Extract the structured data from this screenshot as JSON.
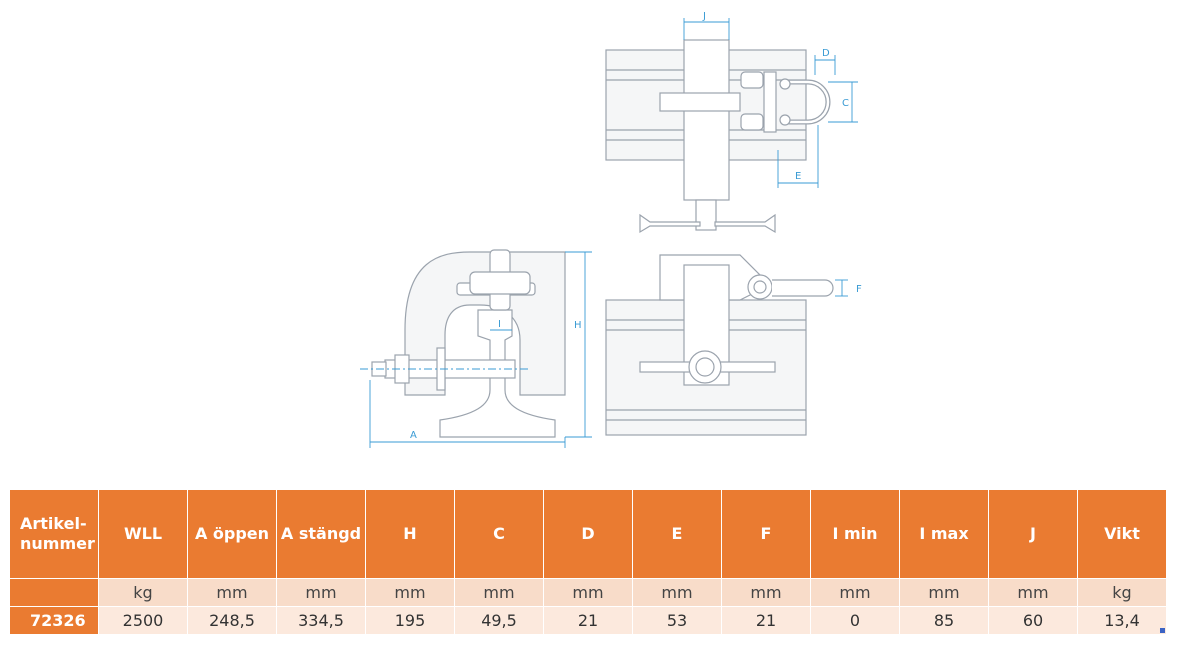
{
  "colors": {
    "header_bg": "#ea7b31",
    "unit_bg": "#f8dcc9",
    "value_bg": "#fce9dd",
    "line": "#9ba3ad",
    "dim": "#3a9bd4"
  },
  "drawing": {
    "labels": {
      "A": "A",
      "H": "H",
      "I": "I",
      "C": "C",
      "D": "D",
      "E": "E",
      "F": "F",
      "J": "J"
    }
  },
  "table": {
    "headers": [
      "Artikel-\nnummer",
      "WLL",
      "A öppen",
      "A stängd",
      "H",
      "C",
      "D",
      "E",
      "F",
      "I min",
      "I max",
      "J",
      "Vikt"
    ],
    "units": [
      "",
      "kg",
      "mm",
      "mm",
      "mm",
      "mm",
      "mm",
      "mm",
      "mm",
      "mm",
      "mm",
      "mm",
      "kg"
    ],
    "values": [
      "72326",
      "2500",
      "248,5",
      "334,5",
      "195",
      "49,5",
      "21",
      "53",
      "21",
      "0",
      "85",
      "60",
      "13,4"
    ]
  }
}
